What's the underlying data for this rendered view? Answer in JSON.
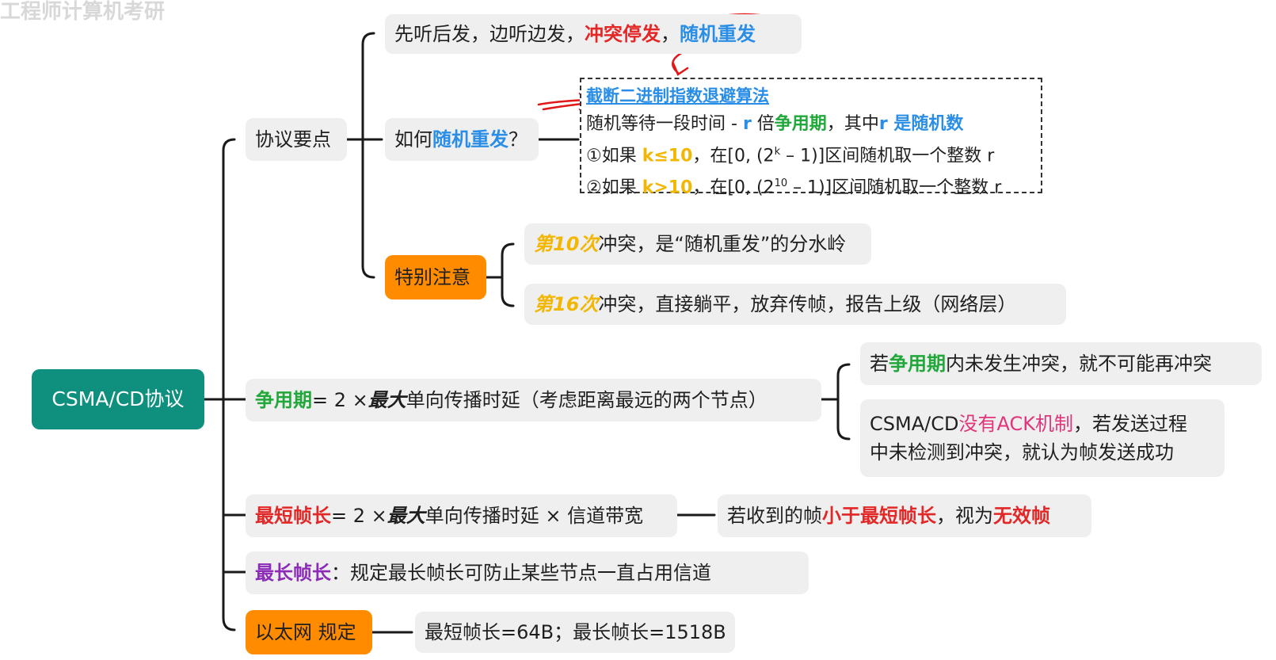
{
  "watermark": "工程师计算机考研",
  "root": {
    "label": "CSMA/CD协议"
  },
  "protocol_points": {
    "label": "协议要点",
    "listen": {
      "a": "先听后发，边听边发，",
      "b": "冲突停发",
      "c": "，",
      "d": "随机重发"
    },
    "how": {
      "a": "如何",
      "b": "随机重发",
      "c": "？"
    },
    "algo": {
      "title": "截断二进制指数退避算法",
      "line1": {
        "a": "随机等待一段时间 - ",
        "b": "r",
        "c": " 倍",
        "d": "争用期",
        "e": "，其中",
        "f": "r 是随机数"
      },
      "line2": {
        "a": "①如果 ",
        "b": "k≤10",
        "c": "，在[0, (2",
        "sup": "k",
        "d": " – 1)]区间随机取一个整数 r"
      },
      "line3": {
        "a": "②如果 ",
        "b": "k>10",
        "c": "，在[0, (2",
        "sup": "10",
        "d": " – 1)]区间随机取一个整数 r"
      }
    },
    "notice": {
      "label": "特别注意",
      "n10": {
        "a": "第10次",
        "b": "冲突，是“随机重发”的分水岭"
      },
      "n16": {
        "a": "第16次",
        "b": "冲突，直接躺平，放弃传帧，报告上级（网络层）"
      }
    }
  },
  "contention": {
    "a": "争用期",
    "b": " = 2 × ",
    "c": "最大",
    "d": "单向传播时延（考虑距离最远的两个节点）",
    "c1": {
      "a": "若",
      "b": "争用期",
      "c": "内未发生冲突，就不可能再冲突"
    },
    "c2": {
      "a": "CSMA/CD",
      "b": "没有ACK机制",
      "c": "，若发送过程",
      "d": "中未检测到冲突，就认为帧发送成功"
    }
  },
  "min_frame": {
    "a": "最短帧长",
    "b": " = 2 × ",
    "c": "最大",
    "d": "单向传播时延 × 信道带宽",
    "child": {
      "a": "若收到的帧",
      "b": "小于最短帧长",
      "c": "，视为",
      "d": "无效帧"
    }
  },
  "max_frame": {
    "a": "最长帧长",
    "b": "：规定最长帧长可防止某些节点一直占用信道"
  },
  "ethernet": {
    "label": "以太网 规定",
    "child": "最短帧长=64B；最长帧长=1518B"
  }
}
